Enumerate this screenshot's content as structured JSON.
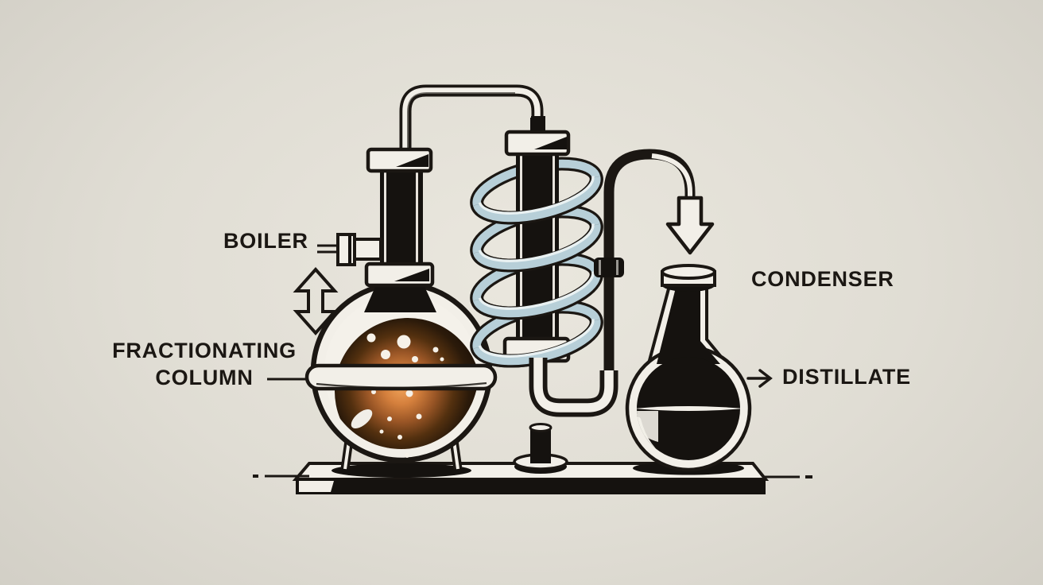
{
  "diagram": {
    "labels": {
      "boiler": "BOILER",
      "fractionating_line1": "FRACTIONATING",
      "fractionating_line2": "COLUMN",
      "condenser": "CONDENSER",
      "distillate": "DISTILLATE"
    },
    "colors": {
      "background": "#dedbd2",
      "ink": "#1b1713",
      "paper_white": "#f2efe8",
      "coil_blue": "#b7cfd8",
      "glow_orange": "#e08a42",
      "liquid_dark_brown": "#2a180c"
    }
  }
}
